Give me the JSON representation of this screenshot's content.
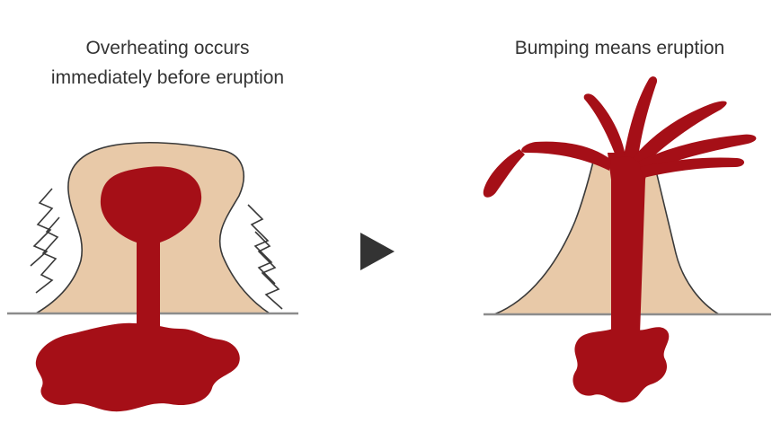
{
  "left_panel": {
    "caption_line1": "Overheating occurs",
    "caption_line2": "immediately before eruption"
  },
  "right_panel": {
    "caption": "Bumping means eruption"
  },
  "colors": {
    "magma": "#A50F17",
    "cone": "#E8C9A8",
    "outline": "#3A3A3A",
    "ground": "#8C8C8C",
    "arrow": "#333333",
    "text": "#333333"
  },
  "icons": {
    "transition": "play-arrow-icon",
    "vibration": "zigzag-shake-icon"
  }
}
